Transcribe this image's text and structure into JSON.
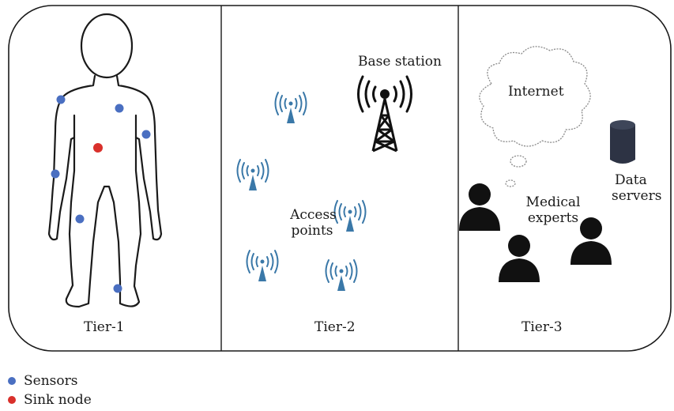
{
  "tiers": [
    {
      "label": "Tier-1"
    },
    {
      "label": "Tier-2"
    },
    {
      "label": "Tier-3"
    }
  ],
  "tier2": {
    "base_station_label": "Base station",
    "access_points_label_line1": "Access",
    "access_points_label_line2": "points"
  },
  "tier3": {
    "internet_label": "Internet",
    "medical_experts_label_line1": "Medical",
    "medical_experts_label_line2": "experts",
    "data_servers_label_line1": "Data",
    "data_servers_label_line2": "servers"
  },
  "legend": {
    "sensors_label": "Sensors",
    "sink_node_label": "Sink node"
  },
  "colors": {
    "sensor": "#4a6fc1",
    "sink": "#d9302b",
    "antenna": "#3a78a8",
    "outline": "#1a1a1a"
  }
}
